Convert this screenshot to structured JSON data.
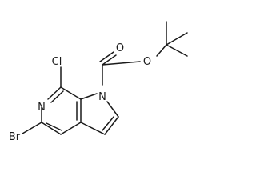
{
  "molecule": {
    "atoms": {
      "cl": "Cl",
      "n_pyridine": "N",
      "n_pyrrole": "N",
      "br": "Br",
      "o_carbonyl": "O",
      "o_ester": "O"
    }
  }
}
